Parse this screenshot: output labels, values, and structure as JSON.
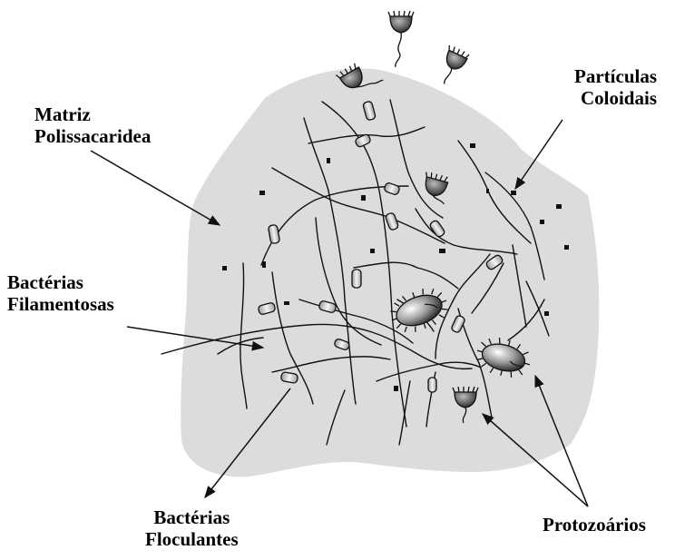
{
  "labels": {
    "matriz": [
      "Matriz",
      "Polissacaridea"
    ],
    "particulas": [
      "Partículas",
      "Coloidais"
    ],
    "filamentosas": [
      "Bactérias",
      "Filamentosas"
    ],
    "floculantes": [
      "Bactérias",
      "Floculantes"
    ],
    "protozoarios": "Protozoários"
  },
  "colors": {
    "floc_fill": "#dcdcdc",
    "ink": "#111111",
    "bacterium_fill": "#e8e8e8"
  }
}
